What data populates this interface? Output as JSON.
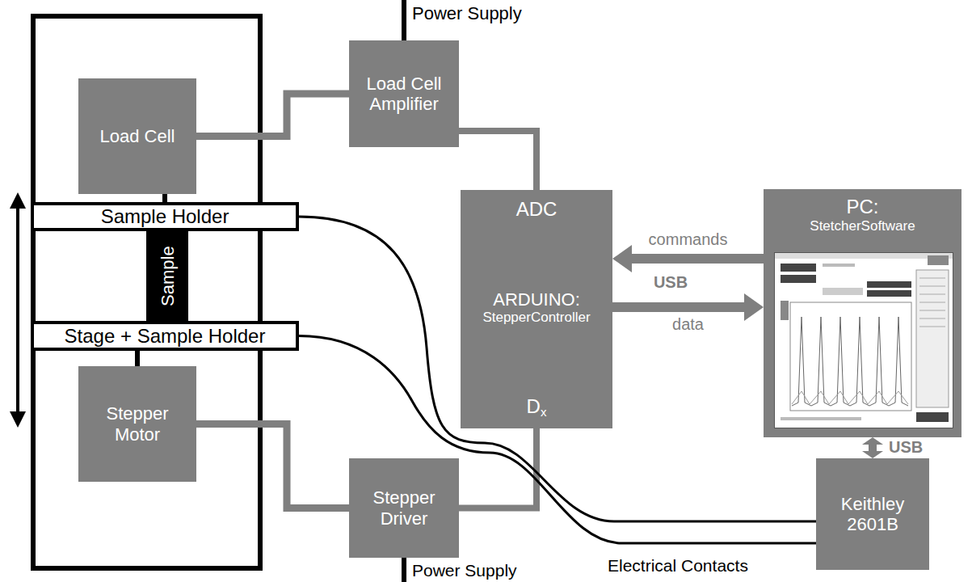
{
  "diagram": {
    "nodes": [
      {
        "text": [
          "Load Cell"
        ]
      },
      {
        "text": [
          "Load Cell Amplifier"
        ]
      },
      {
        "text": [
          "Sample Holder"
        ]
      },
      {
        "text": [
          "Sample"
        ]
      },
      {
        "text": [
          "ADC",
          "ARDUINO:",
          "StepperController",
          "D",
          "x"
        ]
      },
      {
        "text": [
          "PC:",
          "StetcherSoftware"
        ]
      },
      {
        "text": [
          "Stage + Sample Holder"
        ]
      },
      {
        "text": [
          "Stepper Motor"
        ]
      },
      {
        "text": [
          "Stepper Driver"
        ]
      },
      {
        "text": [
          "Keithley 2601B"
        ]
      }
    ],
    "edges": [
      {
        "from": 0,
        "to": 1,
        "arrow": "none"
      },
      {
        "from": 1,
        "to": 4,
        "arrow": "none"
      },
      {
        "from": 5,
        "to": 4,
        "label": "commands",
        "arrow": "to"
      },
      {
        "from": 4,
        "to": 5,
        "label": "data",
        "arrow": "to"
      },
      {
        "from": 5,
        "to": 9,
        "label": "USB",
        "arrow": "both"
      },
      {
        "from": 4,
        "to": 8,
        "arrow": "none"
      },
      {
        "from": 8,
        "to": 7,
        "arrow": "none"
      },
      {
        "from": 2,
        "to": 9,
        "arrow": "none"
      },
      {
        "from": 6,
        "to": 9,
        "arrow": "none"
      },
      {
        "from": 0,
        "to": 2,
        "arrow": "none"
      },
      {
        "from": 6,
        "to": 7,
        "arrow": "none"
      }
    ],
    "labels": [
      "Power Supply",
      "USB",
      "Power Supply",
      "Electrical Contacts"
    ]
  }
}
